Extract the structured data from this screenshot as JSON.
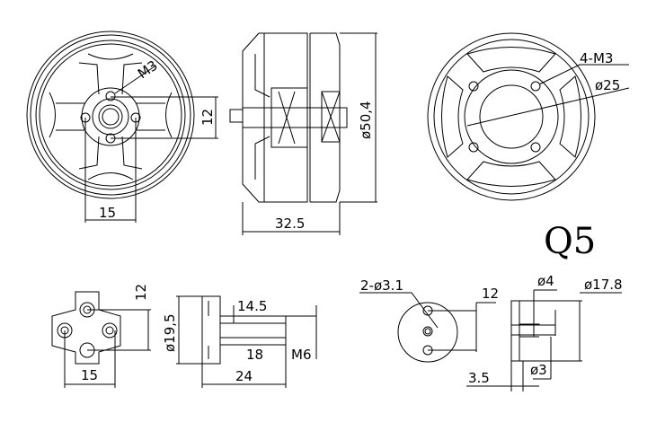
{
  "title": "Q5",
  "front_view": {
    "hole_label": "M3",
    "vertical_dim": "12",
    "horizontal_dim": "15"
  },
  "side_view": {
    "diameter_label": "ø50,4",
    "length_label": "32.5"
  },
  "rear_view": {
    "hole_label": "4-M3",
    "diameter_label": "ø25"
  },
  "mount_front": {
    "vertical_dim": "12",
    "horizontal_dim": "15"
  },
  "mount_side": {
    "diameter_label": "ø19,5",
    "dim_a": "14.5",
    "dim_b": "18",
    "thread_label": "M6",
    "length_label": "24"
  },
  "adapter_front": {
    "hole_label": "2-ø3.1",
    "spacing_label": "12"
  },
  "adapter_side": {
    "inner_dia_label": "ø4",
    "outer_dia_label": "ø17.8",
    "bore_label": "ø3",
    "thickness_label": "3.5"
  }
}
